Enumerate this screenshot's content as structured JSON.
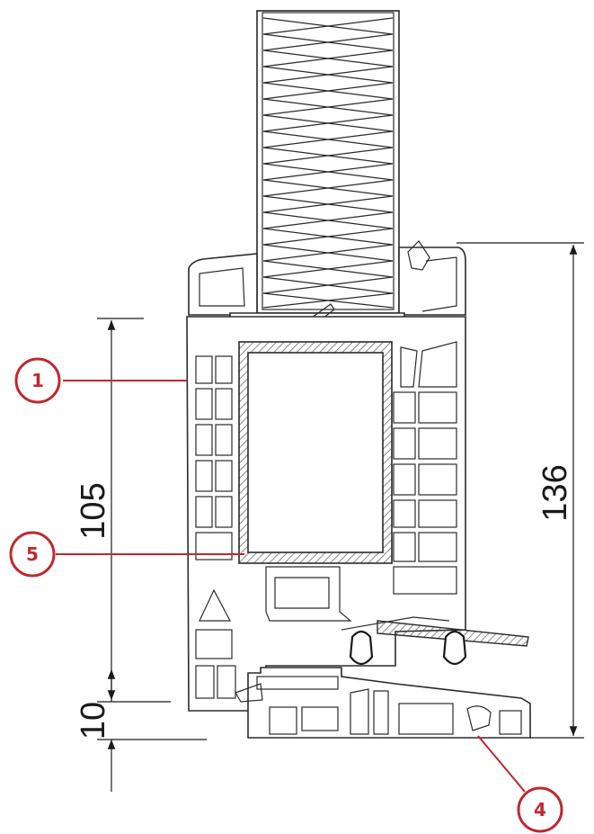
{
  "dimensions": {
    "height_left": "105",
    "height_lower": "10",
    "height_right": "136"
  },
  "callouts": [
    {
      "number": "1"
    },
    {
      "number": "5"
    },
    {
      "number": "4"
    }
  ],
  "colors": {
    "callout": "#c0282f",
    "line": "#2a2a2a",
    "hatch": "#555555"
  }
}
